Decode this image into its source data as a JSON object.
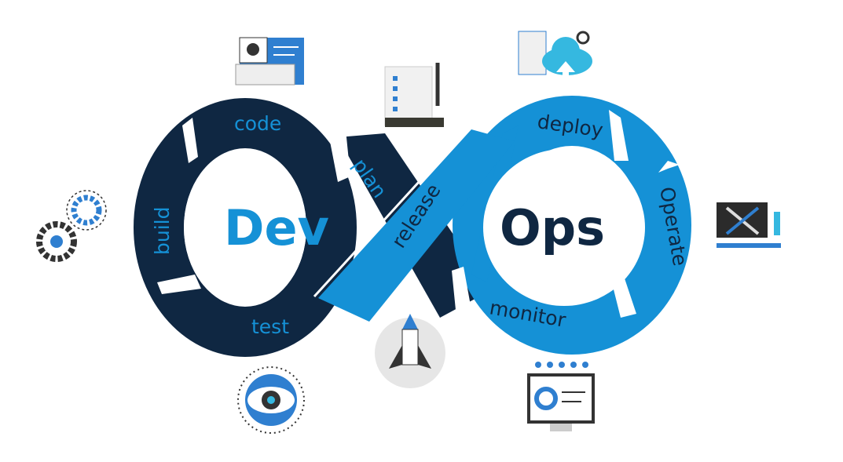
{
  "title_left": "Dev",
  "title_right": "Ops",
  "stages": {
    "code": "code",
    "build": "build",
    "test": "test",
    "plan": "plan",
    "release": "release",
    "deploy": "deploy",
    "operate": "Operate",
    "monitor": "monitor"
  },
  "colors": {
    "navy": "#0f2742",
    "blue": "#1591d6",
    "white": "#ffffff"
  },
  "icons": [
    "code-editor-icon",
    "plan-scroll-icon",
    "cloud-upload-icon",
    "gears-icon",
    "toolbox-icon",
    "eye-icon",
    "rocket-icon",
    "monitor-dashboard-icon"
  ]
}
